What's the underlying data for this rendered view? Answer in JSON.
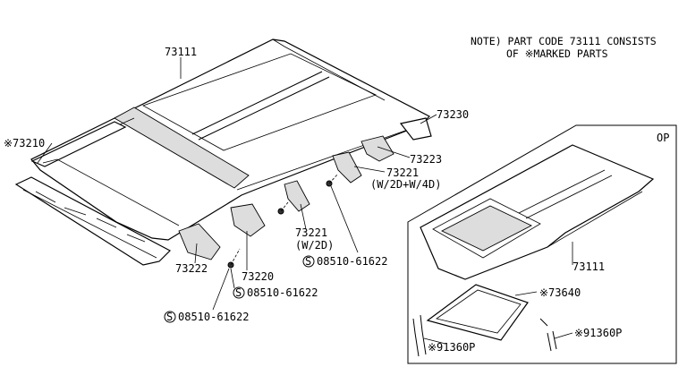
{
  "note": {
    "line1": "NOTE) PART CODE 73111  CONSISTS",
    "line2": "OF ※MARKED PARTS"
  },
  "option_box": {
    "label": "OP"
  },
  "parts": {
    "roof_main": "73111",
    "roof_panel_front": "※73210",
    "rail_rear": "73230",
    "bow_223": "73223",
    "bow_221_4d": "73221",
    "bow_221_4d_note": "(W/2D+W/4D)",
    "bow_221_2d": "73221",
    "bow_221_2d_note": "(W/2D)",
    "screw_right": "08510-61622",
    "screw_center": "08510-61622",
    "screw_left": "08510-61622",
    "bow_222": "73222",
    "bow_220": "73220",
    "roof_option": "73111",
    "sunroof_frame": "※73640",
    "weatherstrip_left": "※91360P",
    "weatherstrip_right": "※91360P"
  },
  "icons": {
    "screw_symbol": "S"
  }
}
